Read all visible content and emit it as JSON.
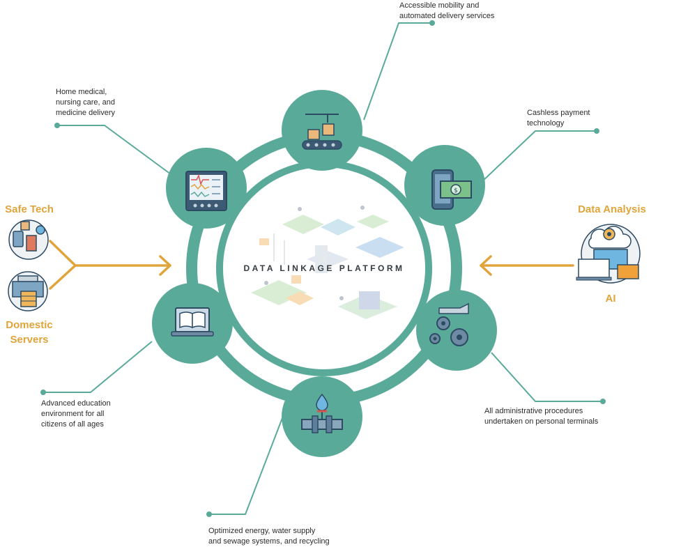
{
  "platform": {
    "title": "DATA LINKAGE PLATFORM"
  },
  "services": [
    {
      "id": "mobility",
      "icon": "delivery-conveyor-icon",
      "caption": "Accessible mobility and\nautomated delivery services"
    },
    {
      "id": "cashless",
      "icon": "cashless-payment-icon",
      "caption": "Cashless payment\ntechnology"
    },
    {
      "id": "administrative",
      "icon": "gears-hand-icon",
      "caption": "All administrative procedures\nundertaken on personal terminals"
    },
    {
      "id": "energy",
      "icon": "water-pipe-icon",
      "caption": "Optimized energy, water supply\nand sewage systems, and recycling"
    },
    {
      "id": "education",
      "icon": "laptop-book-icon",
      "caption": "Advanced education\nenvironment for all\ncitizens of all ages"
    },
    {
      "id": "medical",
      "icon": "medical-monitor-icon",
      "caption": "Home medical,\nnursing care, and\nmedicine delivery"
    }
  ],
  "inputs": {
    "left_top": "Safe Tech",
    "left_bottom": "Domestic\nServers",
    "right_top": "Data Analysis",
    "right_bottom": "AI"
  },
  "colors": {
    "teal": "#5aaa9a",
    "teal_dark": "#3f8f80",
    "orange": "#e0a43a",
    "icon_blue": "#2d4a63"
  }
}
